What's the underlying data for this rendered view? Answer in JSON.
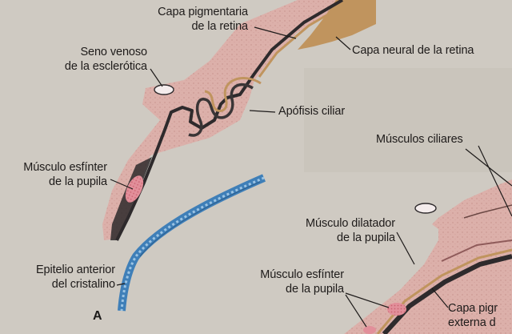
{
  "figure": {
    "panel_letter": "A",
    "labels": {
      "capa_pigmentaria": [
        "Capa pigmentaria",
        "de la retina"
      ],
      "capa_neural": [
        "Capa neural de la retina"
      ],
      "seno_venoso": [
        "Seno venoso",
        "de la esclerótica"
      ],
      "apofisis_ciliar": [
        "Apófisis ciliar"
      ],
      "musculos_ciliares": [
        "Músculos ciliares"
      ],
      "musculo_esfinter_a": [
        "Músculo esfínter",
        "de la pupila"
      ],
      "epitelio_anterior": [
        "Epitelio anterior",
        "del cristalino"
      ],
      "musculo_dilatador": [
        "Músculo dilatador",
        "de la pupila"
      ],
      "musculo_esfinter_b": [
        "Músculo esfínter",
        "de la pupila"
      ],
      "capa_pigmentaria_externa": [
        "Capa pigr",
        "externa d"
      ]
    },
    "colors": {
      "background": "#cfcac2",
      "tissue": "#dcb0aa",
      "neural_layer": "#c0945e",
      "pigment_line": "#2e2a2c",
      "lens_epithelium": "#3f7fb8",
      "muscle": "#e28f9a",
      "leader": "#1e1b1a"
    }
  }
}
